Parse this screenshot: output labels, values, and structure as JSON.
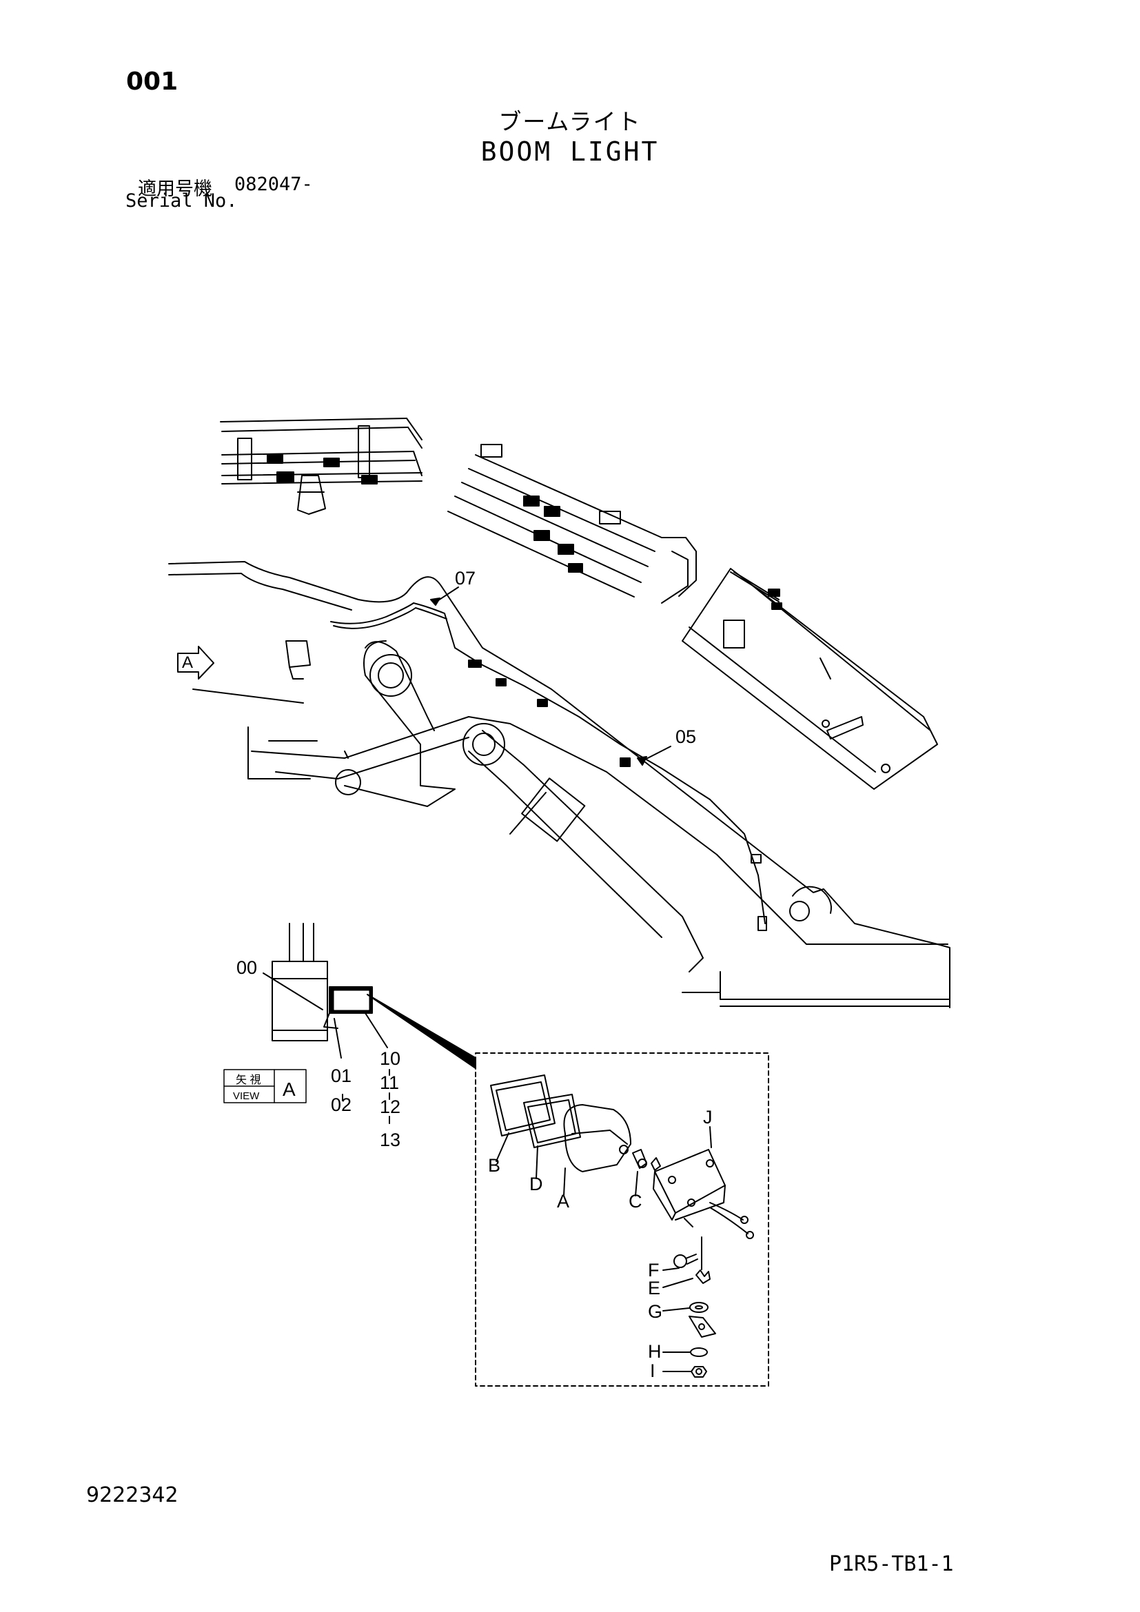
{
  "header": {
    "page_number": "001",
    "title_jp": "ブームライト",
    "title_en": "BOOM LIGHT",
    "serial_label_jp": "適用号機",
    "serial_value": "082047-",
    "serial_label_en": "Serial No."
  },
  "callouts": {
    "c00": "00",
    "c01": "01",
    "c02": "02",
    "c05": "05",
    "c07": "07",
    "c10": "10",
    "c11": "11",
    "c12": "12",
    "c13": "13"
  },
  "view": {
    "arrow_letter": "A",
    "label_jp": "矢 視",
    "label_en": "VIEW",
    "letter": "A"
  },
  "parts": {
    "A": "A",
    "B": "B",
    "C": "C",
    "D": "D",
    "E": "E",
    "F": "F",
    "G": "G",
    "H": "H",
    "I": "I",
    "J": "J"
  },
  "footer": {
    "doc_number": "9222342",
    "figure_code": "P1R5-TB1-1"
  }
}
